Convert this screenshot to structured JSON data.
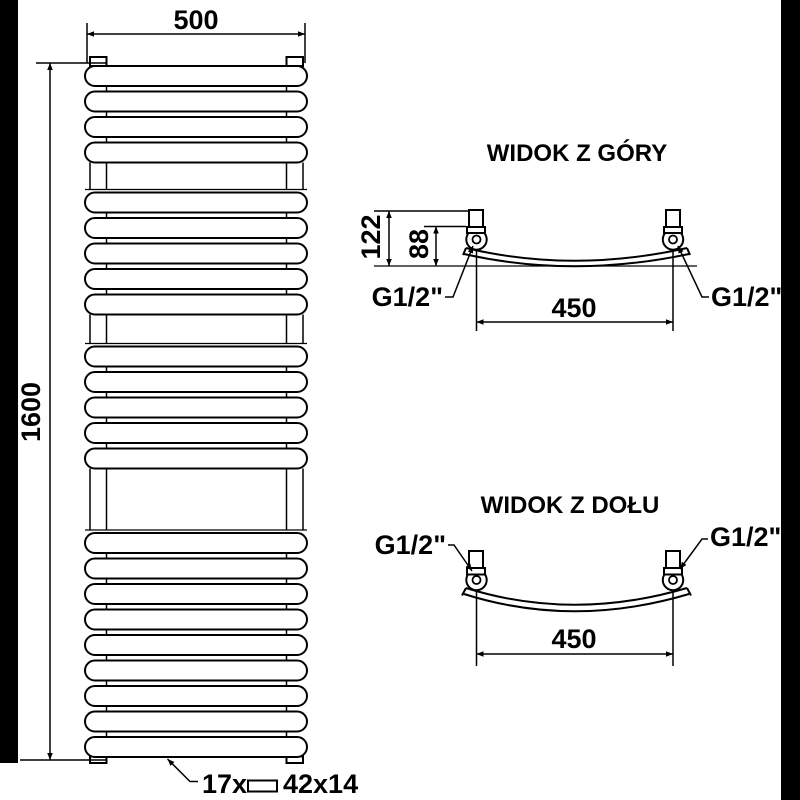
{
  "page": {
    "background": "#ffffff",
    "ink": "#000000",
    "scan_band_color": "#000000"
  },
  "front_view": {
    "dim_width": "500",
    "dim_height": "1600",
    "bar_groups": [
      4,
      5,
      5,
      9
    ],
    "note": {
      "count_label": "17x",
      "profile_symbol": "rect-profile-icon",
      "size_label": "42x14"
    }
  },
  "top_view": {
    "title": "WIDOK Z GÓRY",
    "dim_depth_total": "122",
    "dim_depth_collector": "88",
    "dim_conn_spacing": "450",
    "conn_left": "G1/2\"",
    "conn_right": "G1/2\""
  },
  "bottom_view": {
    "title": "WIDOK Z DOŁU",
    "dim_conn_spacing": "450",
    "conn_left": "G1/2\"",
    "conn_right": "G1/2\""
  }
}
